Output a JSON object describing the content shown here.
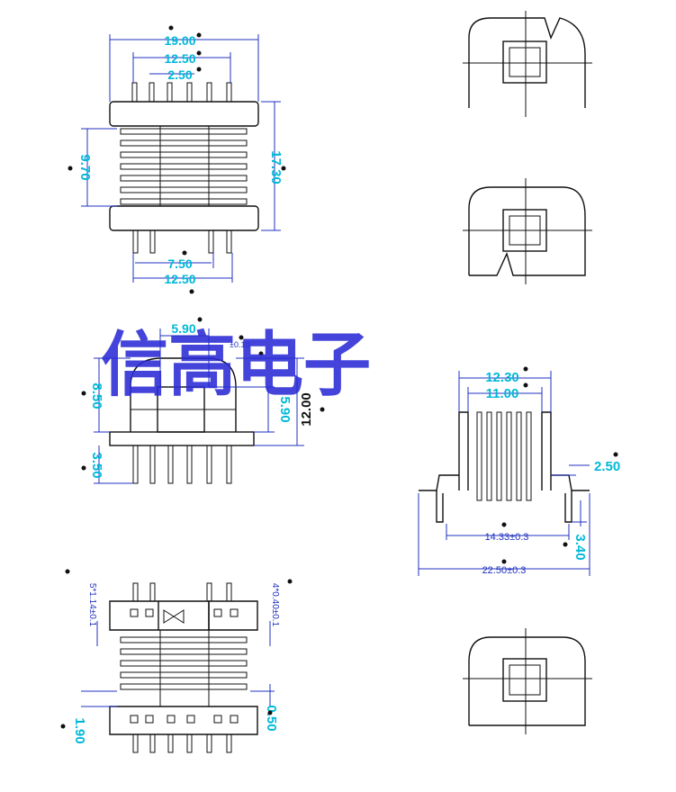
{
  "watermark": "信高电子",
  "top_view": {
    "dims": {
      "overall_width": "19.00",
      "pin_span": "12.50",
      "pin_pitch": "2.50",
      "height": "17.30",
      "winding_height": "9.70",
      "bottom_inner": "7.50",
      "bottom_span": "12.50"
    }
  },
  "side_view": {
    "dims": {
      "window_width": "5.90",
      "tolerance_note": "±0.10",
      "upper_height": "8.50",
      "window_height": "5.90",
      "overall_height": "12.00",
      "pin_length": "3.50"
    }
  },
  "bottom_view": {
    "dims": {
      "slot_note": "5*1.14±0.1",
      "pin_note": "4*0.40±0.1",
      "flange_offset": "1.90",
      "gap": "0.50"
    }
  },
  "end_view": {
    "dims": {
      "outer_width": "12.30",
      "inner_width": "11.00",
      "flange_thickness": "2.50",
      "pin_row_span": "14.33±0.3",
      "overall_span": "22.50±0.3",
      "pin_length": "3.40"
    }
  },
  "colors": {
    "dimension": "#00b8d9",
    "small_dimension": "#2030c0",
    "outline": "#111111",
    "watermark": "#2b2bd6"
  }
}
